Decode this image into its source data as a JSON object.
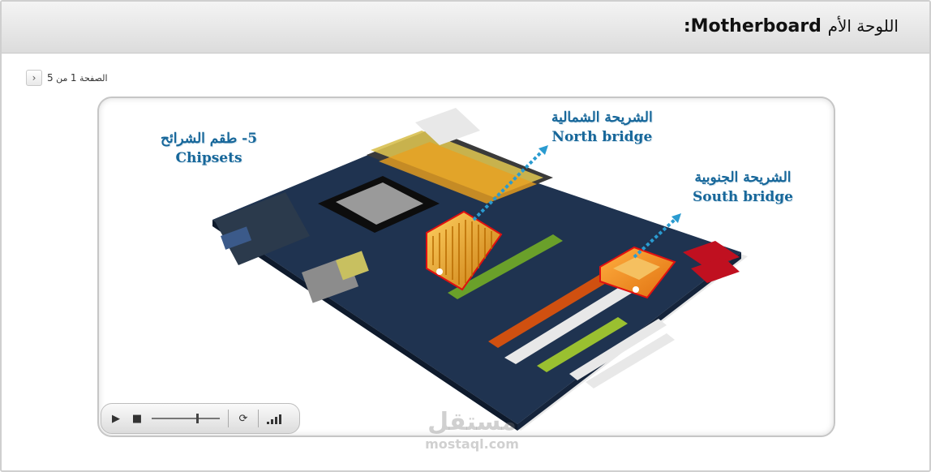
{
  "header": {
    "title_ar": "اللوحة الأم",
    "title_en": "Motherboard",
    "title_colon": ":"
  },
  "pager": {
    "prefix": "الصفحة",
    "current": "1",
    "separator": "من",
    "total": "5",
    "next_icon": "chevron-right-icon"
  },
  "slide": {
    "chipsets": {
      "ar": "5- طقم الشرائح",
      "en": "Chipsets"
    },
    "north_bridge": {
      "ar": "الشريحة الشمالية",
      "en": "North bridge"
    },
    "south_bridge": {
      "ar": "الشريحة الجنوبية",
      "en": "South bridge"
    },
    "image_subject": "motherboard-illustration"
  },
  "player": {
    "play_icon": "play-icon",
    "stop_icon": "stop-icon",
    "replay_icon": "replay-icon",
    "volume_icon": "volume-icon",
    "progress": 0.68
  },
  "watermark": {
    "ar": "مستقل",
    "en": "mostaql.com"
  },
  "colors": {
    "label": "#17679a",
    "highlight": "#e01010",
    "heatsink": "#f0a020",
    "board": "#1f3350"
  }
}
